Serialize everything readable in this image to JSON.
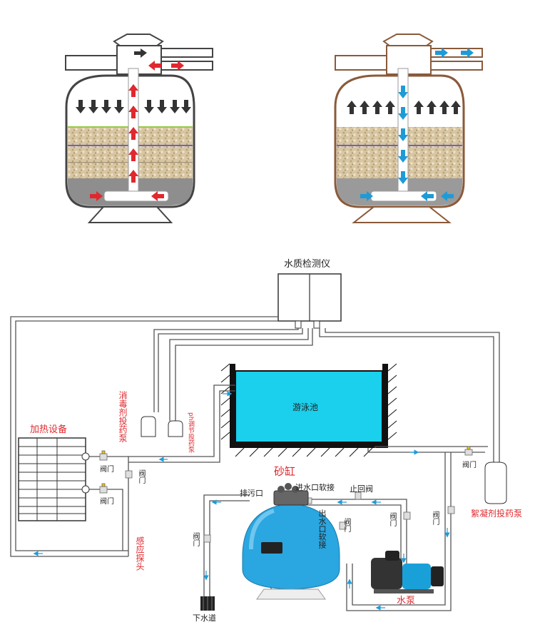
{
  "labels": {
    "water_quality_monitor": "水质检测仪",
    "pool": "游泳池",
    "heating_equipment": "加热设备",
    "disinfectant_pump": "消毒剂投药泵",
    "ph_pump": "ph调节投药泵",
    "sand_tank": "砂缸",
    "drain_port": "排污口",
    "inlet_hose": "进水口软接",
    "check_valve": "止回阀",
    "outlet_hose": "出水口软接",
    "sensor_probe": "感应探头",
    "flocculant_pump": "絮凝剂投药泵",
    "water_pump": "水泵",
    "sewer": "下水道",
    "valve": "阀门"
  },
  "colors": {
    "pool_water": "#1ad0ec",
    "tank_blue": "#2aa6e0",
    "flow_red": "#e0282e",
    "flow_blue": "#1e9bd7",
    "sand": "#d9c8a8"
  }
}
